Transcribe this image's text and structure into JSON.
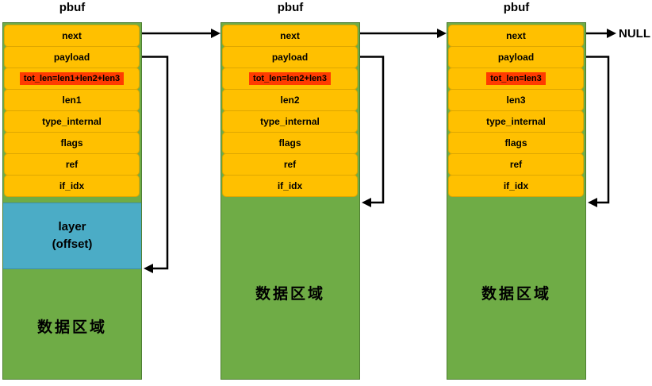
{
  "labels": {
    "null": "NULL"
  },
  "colors": {
    "field_fill": "#FFC000",
    "field_border": "#DFA700",
    "tot_len_highlight": "#FF3B00",
    "layer_fill": "#4BACC6",
    "data_area_fill": "#6FAC46",
    "data_area_border": "#4E7E32",
    "arrow": "#000000",
    "text": "#000000"
  },
  "pbufs": [
    {
      "title": "pbuf",
      "fields": [
        "next",
        "payload",
        "tot_len=len1+len2+len3",
        "len1",
        "type_internal",
        "flags",
        "ref",
        "if_idx"
      ],
      "layer_lines": [
        "layer",
        "(offset)"
      ],
      "data_area": "数据区域"
    },
    {
      "title": "pbuf",
      "fields": [
        "next",
        "payload",
        "tot_len=len2+len3",
        "len2",
        "type_internal",
        "flags",
        "ref",
        "if_idx"
      ],
      "data_area": "数据区域"
    },
    {
      "title": "pbuf",
      "fields": [
        "next",
        "payload",
        "tot_len=len3",
        "len3",
        "type_internal",
        "flags",
        "ref",
        "if_idx"
      ],
      "data_area": "数据区域"
    }
  ]
}
